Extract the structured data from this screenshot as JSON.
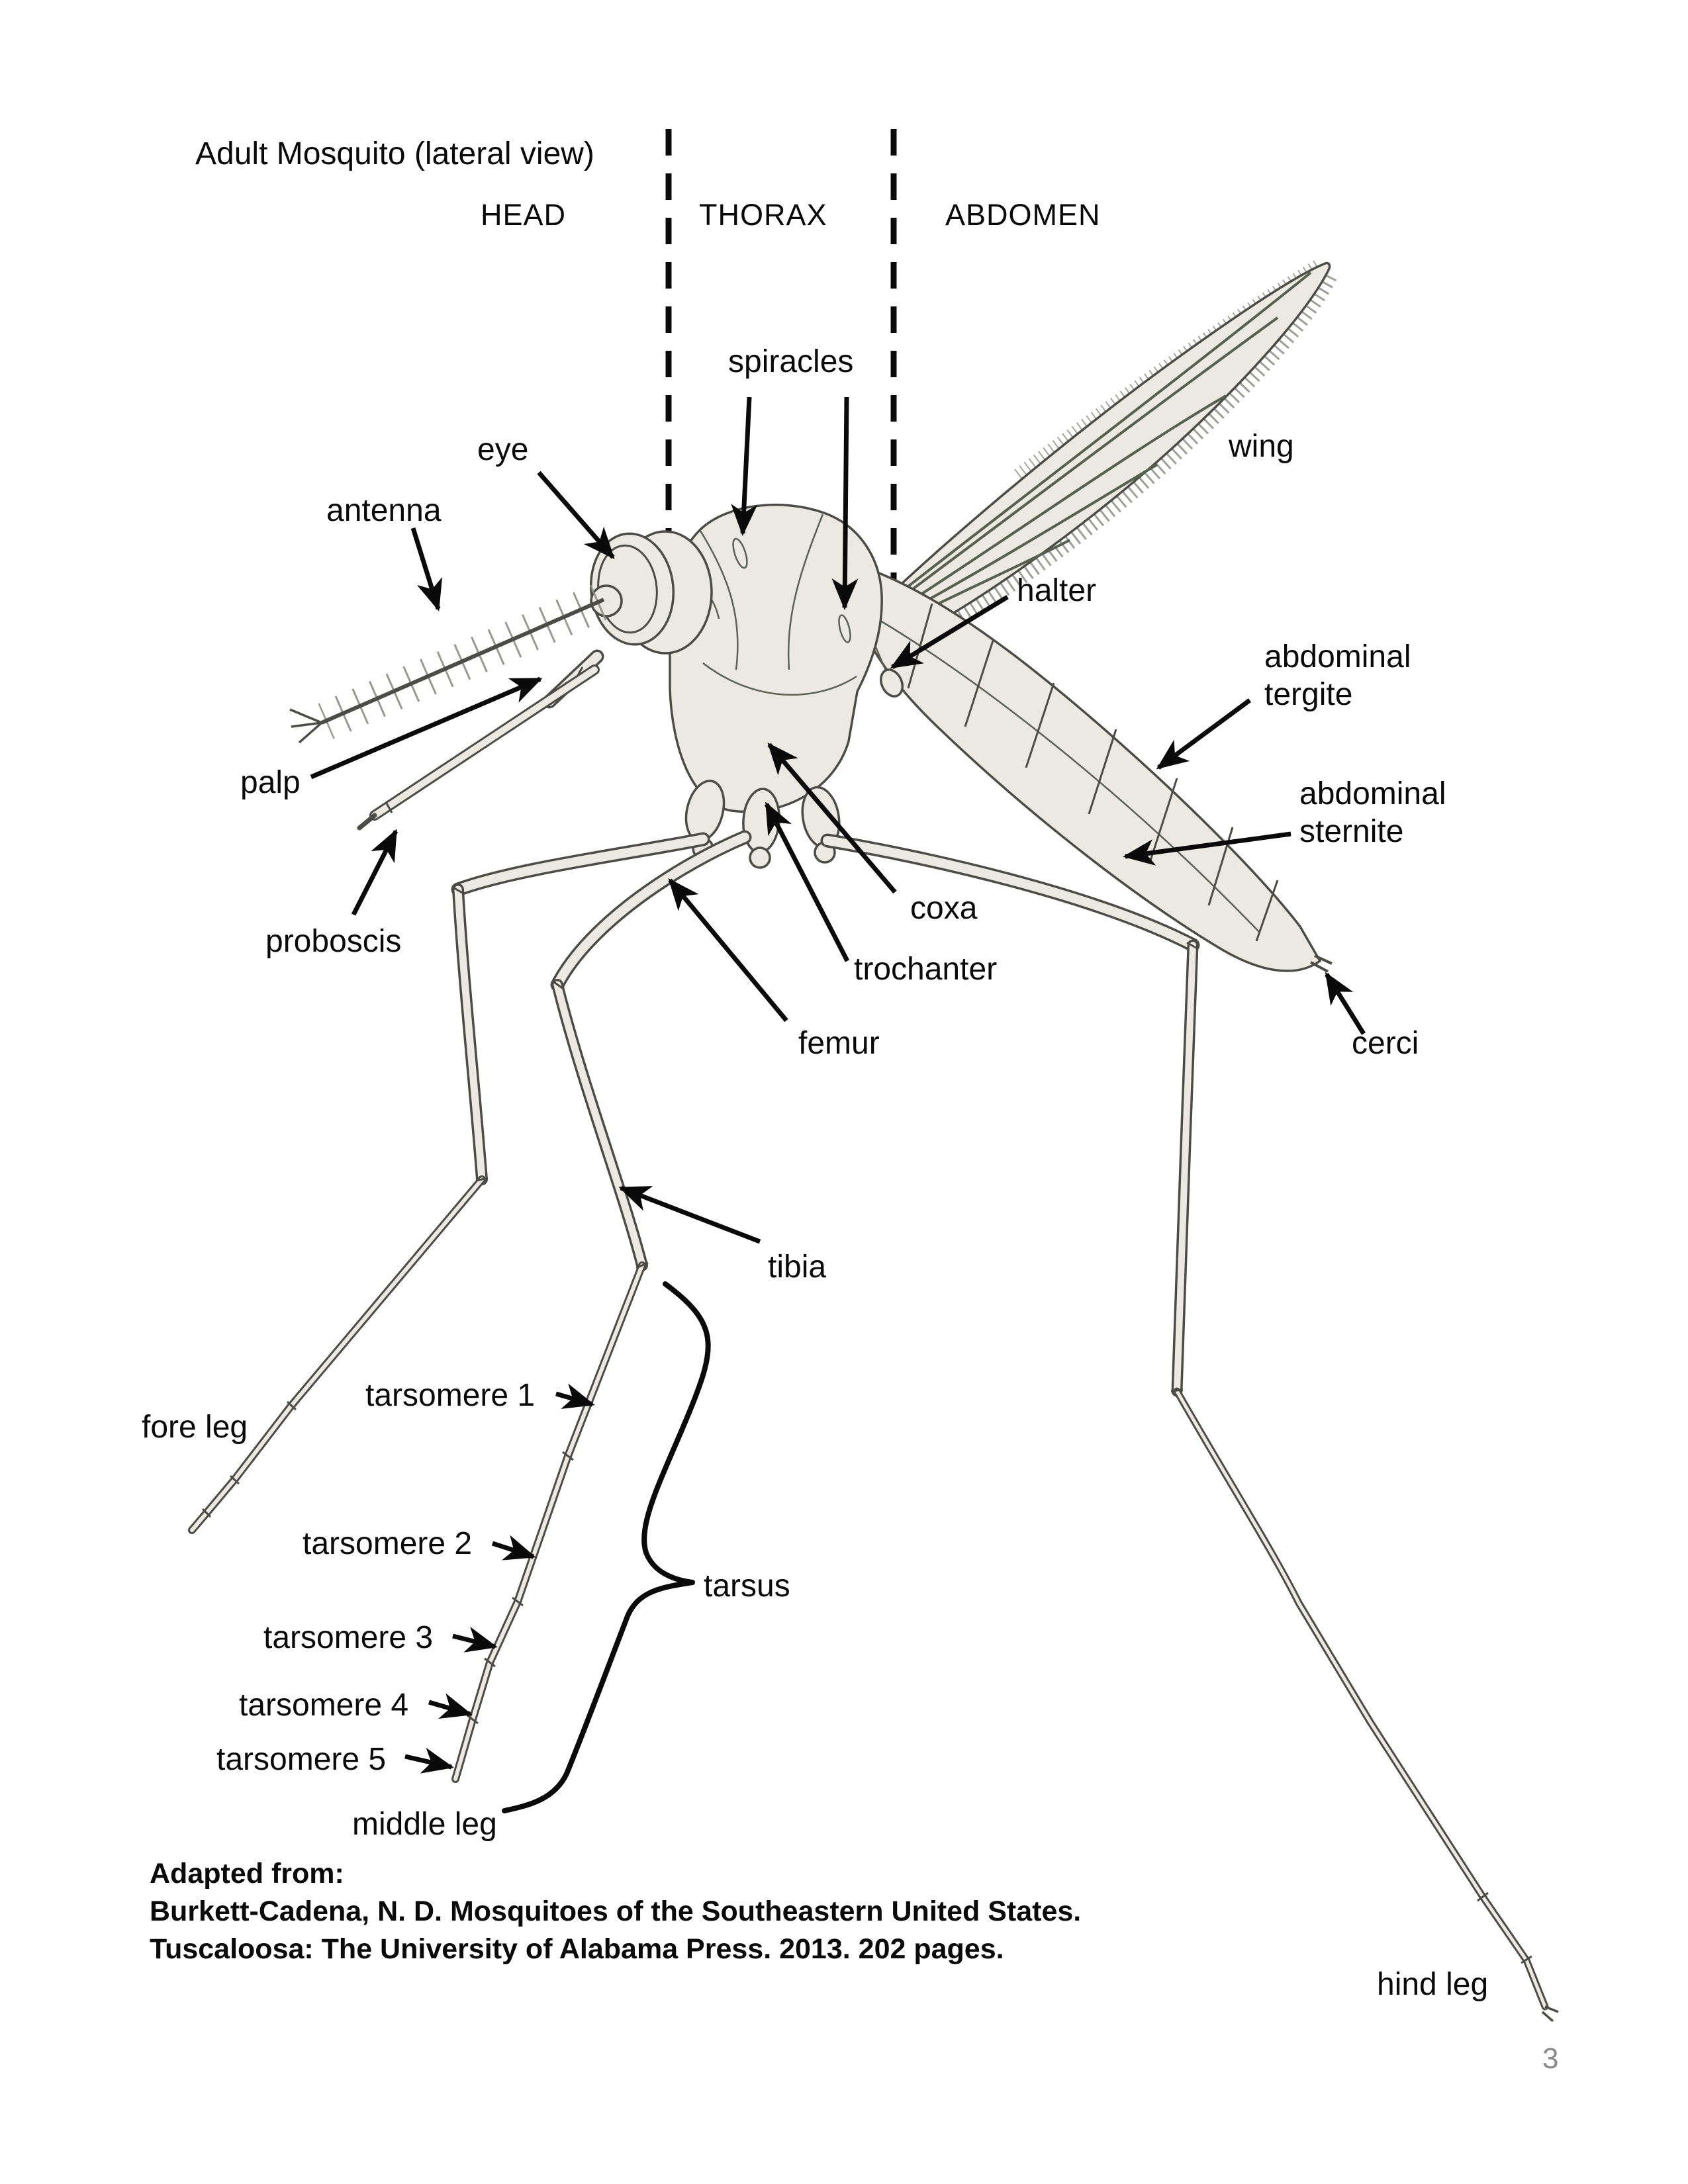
{
  "title": "Adult Mosquito (lateral view)",
  "sections": {
    "head": "HEAD",
    "thorax": "THORAX",
    "abdomen": "ABDOMEN"
  },
  "labels": {
    "spiracles": "spiracles",
    "eye": "eye",
    "antenna": "antenna",
    "wing": "wing",
    "halter": "halter",
    "palp": "palp",
    "proboscis": "proboscis",
    "abdominal_tergite_line1": "abdominal",
    "abdominal_tergite_line2": "tergite",
    "abdominal_sternite_line1": "abdominal",
    "abdominal_sternite_line2": "sternite",
    "coxa": "coxa",
    "trochanter": "trochanter",
    "femur": "femur",
    "cerci": "cerci",
    "tibia": "tibia",
    "fore_leg": "fore leg",
    "tarsomere_1": "tarsomere 1",
    "tarsomere_2": "tarsomere 2",
    "tarsomere_3": "tarsomere 3",
    "tarsomere_4": "tarsomere 4",
    "tarsomere_5": "tarsomere 5",
    "tarsus": "tarsus",
    "middle_leg": "middle leg",
    "hind_leg": "hind leg"
  },
  "attribution": {
    "line1": "Adapted from:",
    "line2": "Burkett-Cadena, N. D. Mosquitoes of the Southeastern United States.",
    "line3": "Tuscaloosa: The University of Alabama Press. 2013. 202 pages."
  },
  "page_number": "3",
  "colors": {
    "body_fill": "#ece9e2",
    "body_outline": "#4c4c46",
    "wing_vein": "#55604f",
    "label_text": "#0a0a0a",
    "page_number": "#8a8a8a",
    "background": "#ffffff"
  }
}
